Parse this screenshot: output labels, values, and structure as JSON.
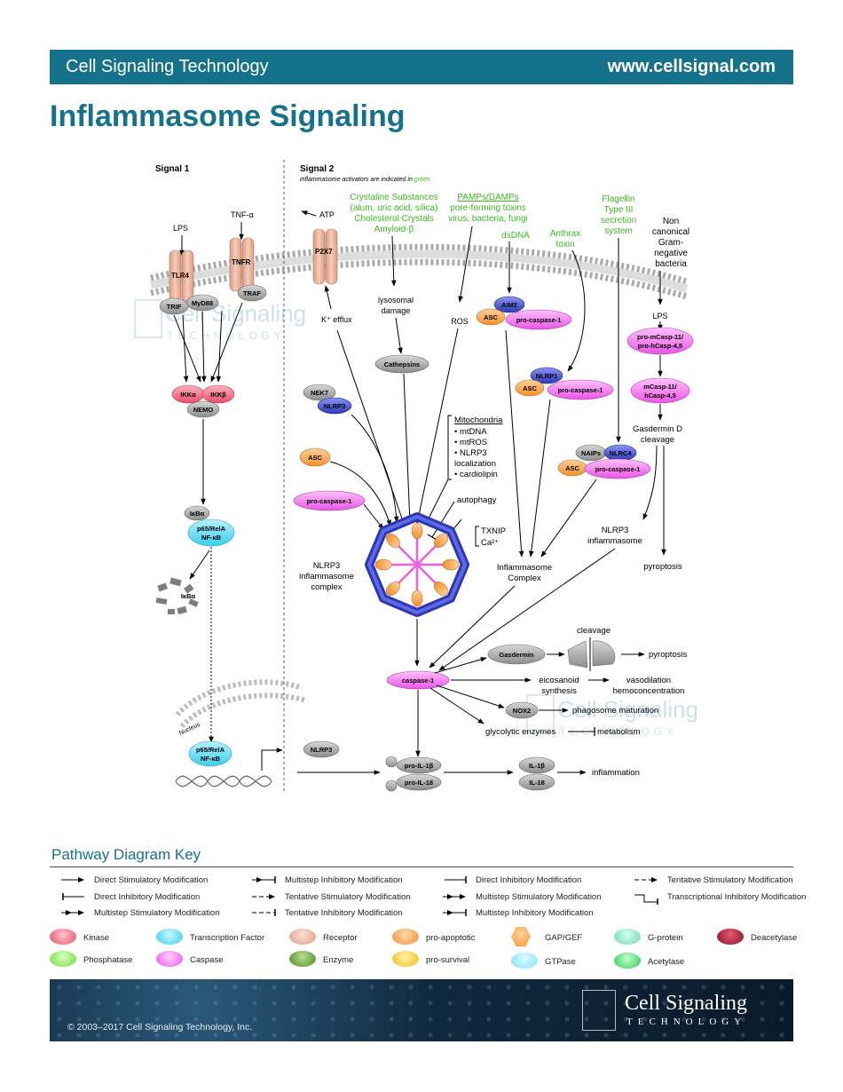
{
  "header": {
    "brand": "Cell Signaling Technology",
    "url": "www.cellsignal.com"
  },
  "title": "Inflammasome Signaling",
  "watermark": {
    "line1": "Cell Signaling",
    "line2": "TECHNOLOGY"
  },
  "diagram": {
    "signal1": "Signal 1",
    "signal2": "Signal 2",
    "note_prefix": "inflammasome activators are indicated in ",
    "note_green": "green",
    "lps": "LPS",
    "tnfa": "TNF-α",
    "tlr4": "TLR4",
    "tnfr": "TNFR",
    "myd88": "MyD88",
    "trif": "TRIF",
    "traf": "TRAF",
    "ikka": "IKKα",
    "ikkb": "IKKβ",
    "nemo": "NEMO",
    "ikba": "IκBα",
    "p65_1": "p65/RelA",
    "p65_2": "NF-κB",
    "nucleus": "Nucleus",
    "atp": "ATP",
    "p2x7": "P2X7",
    "k_efflux": "K⁺ efflux",
    "crystal": [
      "Crystaline Substances",
      "(alum, uric acid, silica)",
      "Cholesterol Crystals",
      "Amyloid-β"
    ],
    "pamps_title": "PAMPs/DAMPs",
    "pamps": [
      "pore-forming toxins",
      "virus, bacteria, fungi"
    ],
    "dsdna": "dsDNA",
    "anthrax": [
      "Anthrax",
      "toxin"
    ],
    "flagellin": [
      "Flagellin",
      "Type III",
      "secretion",
      "system"
    ],
    "noncanonical": [
      "Non",
      "canonical",
      "Gram-",
      "negative",
      "bacteria"
    ],
    "lysosomal": [
      "lysosomal",
      "damage"
    ],
    "ros": "ROS",
    "cathepsins": "Cathepsins",
    "aim2": "AIM2",
    "asc": "ASC",
    "procasp1": "pro-caspase-1",
    "nlrp1": "NLRP1",
    "nek7": "NEK7",
    "nlrp3": "NLRP3",
    "naips": "NAIPs",
    "nlrc4": "NLRC4",
    "mito_title": "Mitochondria",
    "mito": [
      "• mtDNA",
      "• mtROS",
      "• NLRP3",
      "  localization",
      "• cardiolipin"
    ],
    "autophagy": "autophagy",
    "txnip": "TXNIP",
    "ca": "Ca²⁺",
    "complex_label": [
      "NLRP3",
      "inflammasome",
      "complex"
    ],
    "inflam_complex": [
      "Inflammasome",
      "Complex"
    ],
    "procasp11": [
      "pro-mCasp-11/",
      "pro-hCasp-4,5"
    ],
    "casp11": [
      "mCasp-11/",
      "hCasp-4,5"
    ],
    "gsdmd": [
      "Gasdermin D",
      "cleavage"
    ],
    "nlrp3_inflammasome": [
      "NLRP3",
      "inflammasome"
    ],
    "pyroptosis": "pyroptosis",
    "caspase1": "caspase-1",
    "gasdermin": "Gasdermin",
    "cleavage": "cleavage",
    "eicosanoid": [
      "eicosanoid",
      "synthesis"
    ],
    "vaso": [
      "vasodilation",
      "hemoconcentration"
    ],
    "nox2": "NOX2",
    "phagosome": "phagosome maturation",
    "glycolytic": "glycolytic enzymes",
    "metabolism": "metabolism",
    "proil1b": "pro-IL-1β",
    "proil18": "pro-IL-18",
    "il1b": "IL-1β",
    "il18": "IL-18",
    "inflammation": "inflammation"
  },
  "key": {
    "title": "Pathway Diagram Key",
    "arrows": [
      "Direct Stimulatory Modification",
      "Multistep Inhibitory Modification",
      "Direct Inhibitory Modification",
      "Tentative Stimulatory Modification",
      "Direct Inhibitory Modification",
      "Tentative Stimulatory Modification",
      "Multistep Stimulatory Modification",
      "Transcriptional Inhibitory Modification",
      "Multistep Stimulatory Modification",
      "Tentative Inhibitory Modification",
      "Multistep Inhibitory Modification"
    ],
    "legend": [
      "Kinase",
      "Transcription Factor",
      "Receptor",
      "pro-apoptotic",
      "GAP/GEF",
      "G-protein",
      "Deacetylase",
      "Phosphatase",
      "Caspase",
      "Enzyme",
      "pro-survival",
      "GTPase",
      "Acetylase"
    ],
    "colors": {
      "kinase": "#f0657e",
      "tf": "#5fd8f2",
      "receptor": "#e9b5a0",
      "proapop": "#f29a4a",
      "gapgef": "#f7a04a",
      "gprotein": "#7fe0c0",
      "deacetylase": "#a3182e",
      "phosphatase": "#8be85a",
      "caspase": "#f276f0",
      "enzyme": "#5e9a2e",
      "prosurvival": "#f6c62e",
      "gtpase": "#7fe0f7",
      "acetylase": "#38d867"
    }
  },
  "footer": {
    "copyright": "© 2003–2017 Cell Signaling Technology, Inc.",
    "brand": "Cell Signaling",
    "brand2": "TECHNOLOGY"
  }
}
